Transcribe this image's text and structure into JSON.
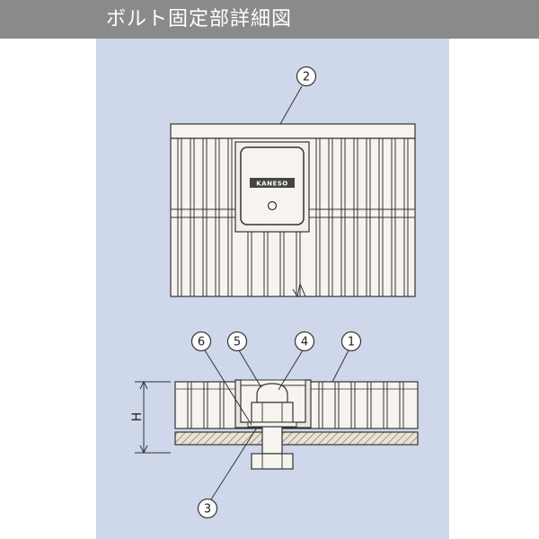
{
  "title": "ボルト固定部詳細図",
  "brand": "KANESO",
  "dimension_label": "H",
  "callouts": {
    "c1": "1",
    "c2": "2",
    "c3": "3",
    "c4": "4",
    "c5": "5",
    "c6": "6"
  },
  "colors": {
    "panel_bg": "#cfd8ea",
    "title_bg": "#8a8a8a",
    "grating_fill": "#f7f4ef",
    "line": "#333333"
  }
}
